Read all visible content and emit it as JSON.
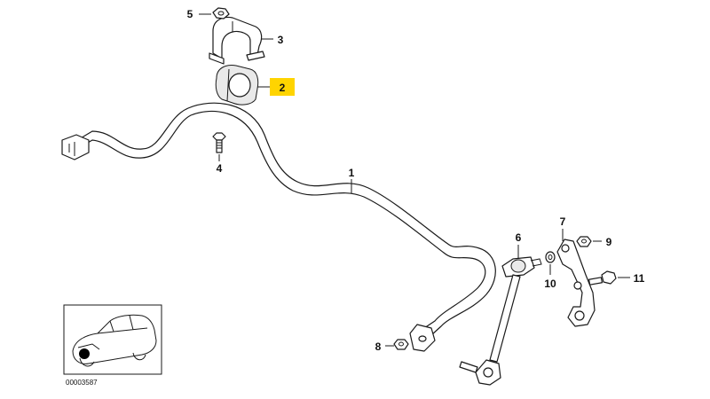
{
  "callouts": {
    "c1": "1",
    "c2": "2",
    "c3": "3",
    "c4": "4",
    "c5": "5",
    "c6": "6",
    "c7": "7",
    "c8": "8",
    "c9": "9",
    "c10": "10",
    "c11": "11"
  },
  "highlight_color": "#ffd400",
  "reference_number": "00003587"
}
